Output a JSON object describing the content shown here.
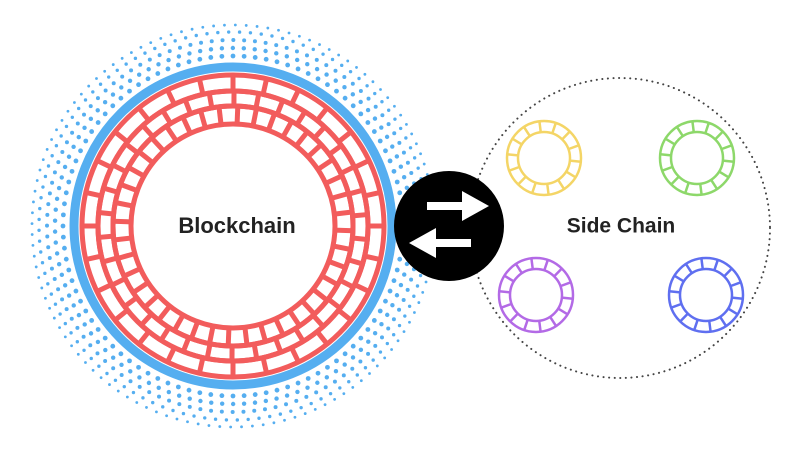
{
  "diagram": {
    "main_chain": {
      "label": "Blockchain",
      "ring_color": "#f25c5c",
      "halo_color": "#55aef0"
    },
    "exchange": {
      "icon": "swap-arrows-icon",
      "badge_color": "#000000",
      "arrow_color": "#ffffff"
    },
    "side_chain": {
      "label": "Side Chain",
      "boundary_color": "#444444",
      "mini_chains": [
        {
          "name": "yellow-chain",
          "color": "#f4d566"
        },
        {
          "name": "green-chain",
          "color": "#8dd86a"
        },
        {
          "name": "purple-chain",
          "color": "#b36ae6"
        },
        {
          "name": "blue-chain",
          "color": "#5f6ff0"
        }
      ]
    }
  }
}
